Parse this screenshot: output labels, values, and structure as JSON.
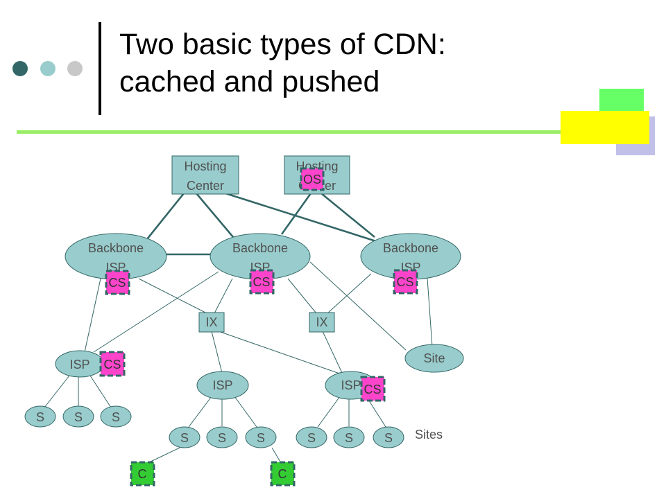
{
  "slide": {
    "title_line1": "Two basic types of CDN:",
    "title_line2": "cached and pushed"
  },
  "colors": {
    "node_fill": "#99cccc",
    "node_stroke": "#336666",
    "link": "#336666",
    "cache_fill": "#ff44cc",
    "client_fill": "#33cc33",
    "accent_green": "#66ff66",
    "accent_yellow": "#ffff00",
    "accent_lavender": "#c0c0e8",
    "rule_green": "#99ee66"
  },
  "diagram": {
    "hosting": [
      {
        "label": "Hosting Center"
      },
      {
        "label": "Hosting Center"
      }
    ],
    "origin_label": "OS",
    "backbone": [
      {
        "label": "Backbone ISP"
      },
      {
        "label": "Backbone ISP"
      },
      {
        "label": "Backbone ISP"
      }
    ],
    "cache_label": "CS",
    "ix": [
      {
        "label": "IX"
      },
      {
        "label": "IX"
      }
    ],
    "isp": [
      {
        "label": "ISP"
      },
      {
        "label": "ISP"
      },
      {
        "label": "ISP"
      }
    ],
    "site_label": "Site",
    "s_label": "S",
    "client_label": "C",
    "sites_caption": "Sites"
  }
}
